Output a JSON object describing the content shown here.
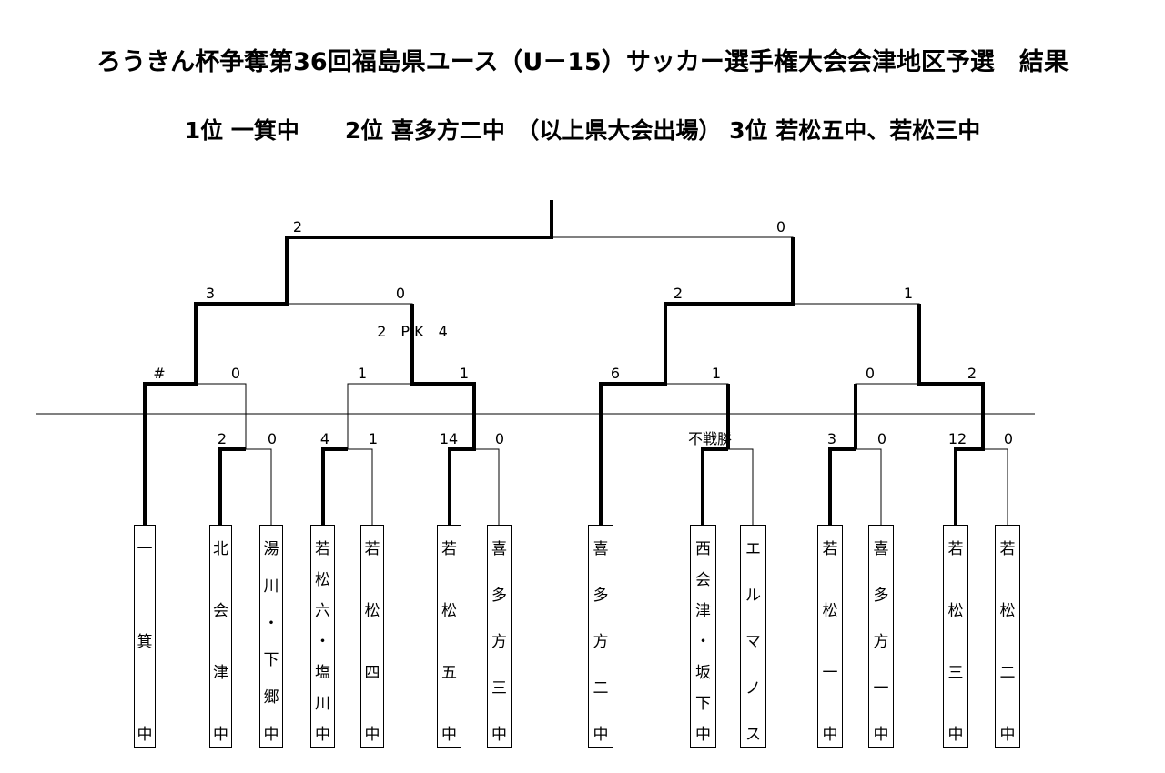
{
  "title": "ろうきん杯争奪第36回福島県ユース（U－15）サッカー選手権大会会津地区予選　結果",
  "result_line": "1位 一箕中　　2位 喜多方二中　（以上県大会出場） 3位 若松五中、若松三中",
  "teams": [
    {
      "name": "一箕中",
      "chars": [
        "一",
        "箕",
        "中"
      ]
    },
    {
      "name": "北会津中",
      "chars": [
        "北",
        "会",
        "津",
        "中"
      ]
    },
    {
      "name": "湯川・下郷中",
      "chars": [
        "湯",
        "川",
        "・",
        "下",
        "郷",
        "中"
      ]
    },
    {
      "name": "若松六・塩川中",
      "chars": [
        "若",
        "松",
        "六",
        "・",
        "塩",
        "川",
        "中"
      ]
    },
    {
      "name": "若松四中",
      "chars": [
        "若",
        "松",
        "四",
        "中"
      ]
    },
    {
      "name": "若松五中",
      "chars": [
        "若",
        "松",
        "五",
        "中"
      ]
    },
    {
      "name": "喜多方三中",
      "chars": [
        "喜",
        "多",
        "方",
        "三",
        "中"
      ]
    },
    {
      "name": "喜多方二中",
      "chars": [
        "喜",
        "多",
        "方",
        "二",
        "中"
      ]
    },
    {
      "name": "西会津・坂下中",
      "chars": [
        "西",
        "会",
        "津",
        "・",
        "坂",
        "下",
        "中"
      ]
    },
    {
      "name": "エルマノス",
      "chars": [
        "エ",
        "ル",
        "マ",
        "ノ",
        "ス"
      ]
    },
    {
      "name": "若松一中",
      "chars": [
        "若",
        "松",
        "一",
        "中"
      ]
    },
    {
      "name": "喜多方一中",
      "chars": [
        "喜",
        "多",
        "方",
        "一",
        "中"
      ]
    },
    {
      "name": "若松三中",
      "chars": [
        "若",
        "松",
        "三",
        "中"
      ]
    },
    {
      "name": "若松二中",
      "chars": [
        "若",
        "松",
        "二",
        "中"
      ]
    }
  ],
  "scores": {
    "r1_m1": [
      "2",
      "0"
    ],
    "r1_m2": [
      "4",
      "1"
    ],
    "r1_m3": [
      "14",
      "0"
    ],
    "r1_m4": "不戦勝",
    "r1_m5": [
      "3",
      "0"
    ],
    "r1_m6": [
      "12",
      "0"
    ],
    "r2_m1": [
      "#",
      "0"
    ],
    "r2_m2": [
      "1",
      "1"
    ],
    "r2_m3": [
      "6",
      "1"
    ],
    "r2_m4": [
      "0",
      "2"
    ],
    "sf_m1": [
      "3",
      "0"
    ],
    "sf_m1_pk": "2　P K　4",
    "sf_m2": [
      "2",
      "1"
    ],
    "final": [
      "2",
      "0"
    ]
  }
}
